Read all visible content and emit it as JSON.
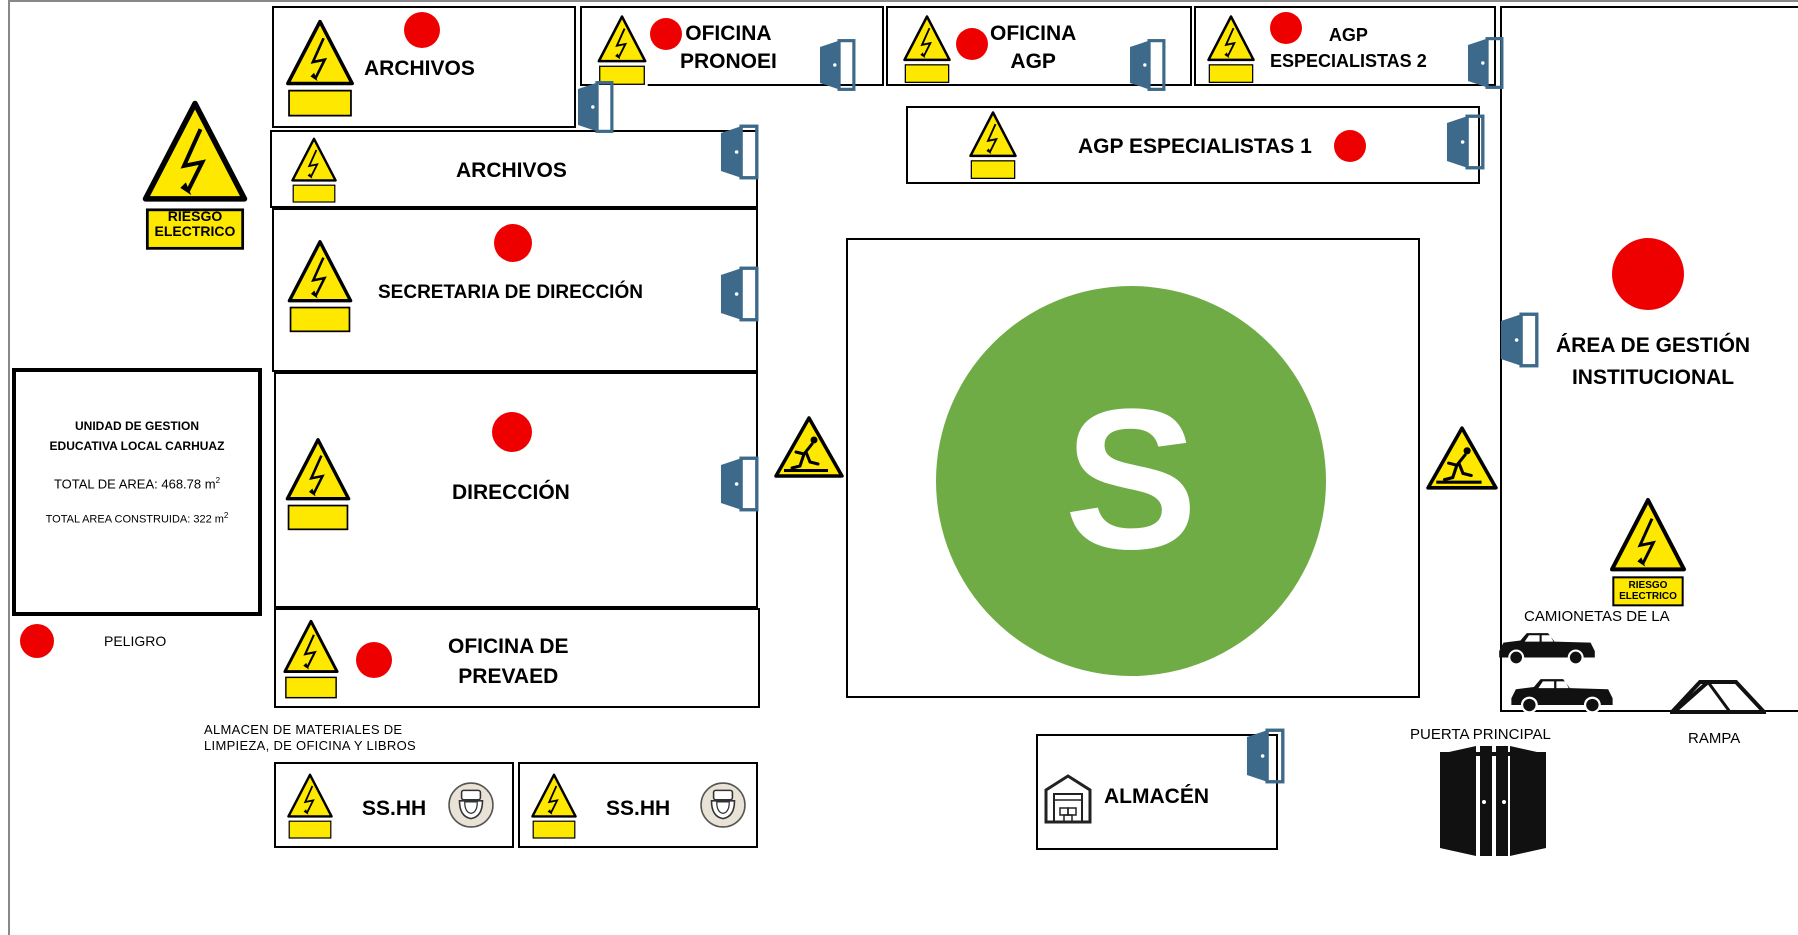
{
  "rooms": {
    "archivos_top": "ARCHIVOS",
    "archivos_mid": "ARCHIVOS",
    "oficina_pronoei": [
      "OFICINA",
      "PRONOEI"
    ],
    "oficina_agp": [
      "OFICINA",
      "AGP"
    ],
    "agp_especialistas_2": [
      "AGP",
      "ESPECIALISTAS 2"
    ],
    "agp_especialistas_1": "AGP ESPECIALISTAS 1",
    "secretaria": "SECRETARIA DE DIRECCIÓN",
    "direccion": "DIRECCIÓN",
    "prevaed": [
      "OFICINA DE",
      "PREVAED"
    ],
    "area_gestion": [
      "ÁREA DE GESTIÓN",
      "INSTITUCIONAL"
    ],
    "almacen": "ALMACÉN",
    "sshh_1": "SS.HH",
    "sshh_2": "SS.HH"
  },
  "info_box": {
    "title_line1": "UNIDAD DE GESTION",
    "title_line2": "EDUCATIVA LOCAL CARHUAZ",
    "total_area": "TOTAL DE AREA: 468.78 m",
    "total_area_sup": "2",
    "built_area": "TOTAL AREA CONSTRUIDA: 322 m",
    "built_area_sup": "2"
  },
  "legend": {
    "peligro": "PELIGRO"
  },
  "labels": {
    "almacen_materiales_line1": "ALMACEN DE MATERIALES DE",
    "almacen_materiales_line2": "LIMPIEZA, DE OFICINA Y LIBROS",
    "camionetas": "CAMIONETAS DE LA",
    "puerta_principal": "PUERTA PRINCIPAL",
    "rampa": "RAMPA"
  },
  "signs": {
    "riesgo_line1": "RIESGO",
    "riesgo_line2": "ELECTRICO"
  },
  "safe_zone": {
    "letter": "S",
    "color": "#6fac46"
  },
  "colors": {
    "danger": "#ee0000",
    "door": "#3d6a8a",
    "warning_yellow": "#ffe800"
  }
}
